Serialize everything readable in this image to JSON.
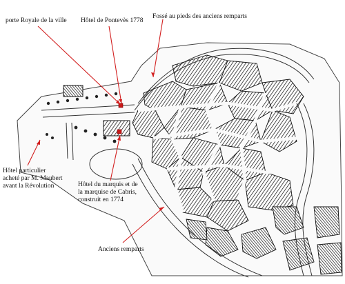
{
  "map": {
    "annotations": [
      {
        "id": "porte-royale",
        "text": "porte Royale de la ville"
      },
      {
        "id": "hotel-pontevès",
        "text": "Hôtel de Pontevès 1778"
      },
      {
        "id": "fosse",
        "text": "Fossé au pieds des anciens remparts"
      },
      {
        "id": "hotel-maubert",
        "text": "Hôtel particulier\nacheté par M. Maubert\navant la Révolution"
      },
      {
        "id": "hotel-cabris",
        "text": "Hôtel du marquis et de\nla marquise de Cabris,\nconstruit en 1774"
      },
      {
        "id": "anciens-remparts",
        "text": "Anciens remparts"
      }
    ],
    "colors": {
      "ink": "#111111",
      "arrow": "#d21f1f",
      "paper": "#ffffff",
      "marker": "#c81818"
    }
  }
}
